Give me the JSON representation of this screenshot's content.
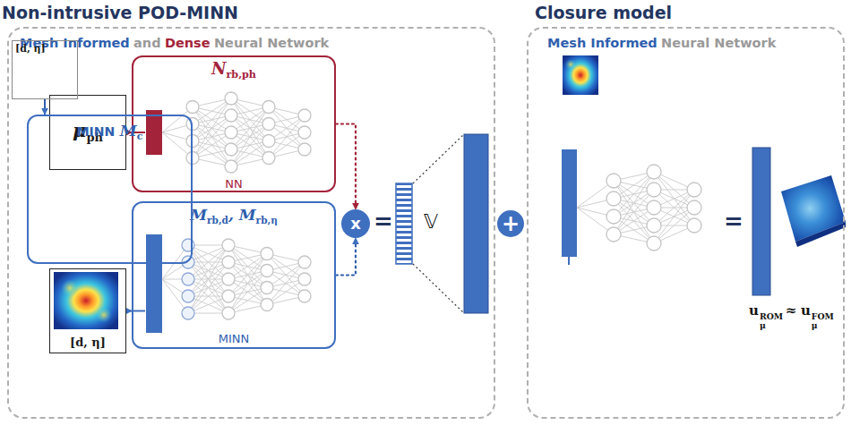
{
  "diagram": {
    "nodes": [
      {
        "text": [
          "Non-intrusive POD-MINN",
          "Mesh Informed",
          "and",
          "Dense",
          "Neural Network"
        ]
      },
      {
        "text": [
          "Closure model",
          "Mesh Informed",
          "Neural Network"
        ]
      },
      {
        "text": [
          "μ",
          "ph"
        ],
        "in": 0
      },
      {
        "text": [
          "N",
          "rb,ph",
          "NN"
        ],
        "in": 0
      },
      {
        "text": [
          "M",
          "rb,d",
          ",",
          "M",
          "rb,η",
          "MINN"
        ],
        "in": 0
      },
      {
        "text": [
          "[d, η]"
        ],
        "in": 0
      },
      {
        "text": [
          "x"
        ],
        "in": 0
      },
      {
        "text": [
          "+"
        ]
      },
      {
        "text": [
          "[d, η]"
        ],
        "in": 1
      },
      {
        "text": [
          "MINN",
          "M",
          "c"
        ],
        "in": 1
      }
    ],
    "edges": [
      {
        "from": 2,
        "to": 3,
        "arrow": "to"
      },
      {
        "from": 5,
        "to": 4,
        "arrow": "to"
      },
      {
        "from": 3,
        "to": 6,
        "arrow": "to"
      },
      {
        "from": 4,
        "to": 6,
        "arrow": "to"
      },
      {
        "from": 8,
        "to": 9,
        "arrow": "to"
      }
    ],
    "labels": [
      "=",
      "𝕍",
      "=",
      "u",
      "μ",
      "ROM",
      "≈",
      "u",
      "μ",
      "FOM"
    ]
  }
}
